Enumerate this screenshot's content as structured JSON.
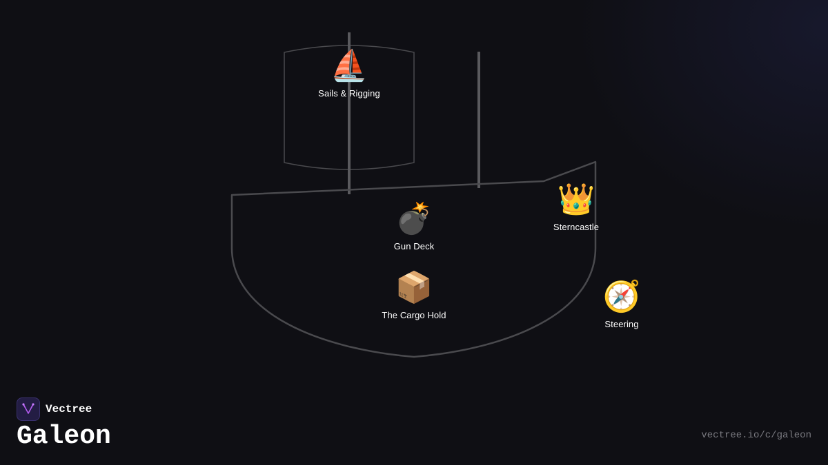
{
  "brand": {
    "name": "Vectree",
    "logo_icon": "vectree-logo-icon",
    "logo_bg": "#231d44",
    "logo_color": "#b45cf0"
  },
  "title": "Galeon",
  "url": "vectree.io/c/galeon",
  "colors": {
    "background": "#0f0f14",
    "outline": "#4a4a4e",
    "mast": "#5a5a5e",
    "label": "#ffffff",
    "url": "#7a7a80"
  },
  "sections": {
    "sails": {
      "label": "Sails & Rigging",
      "icon": "⛵",
      "icon_name": "sailboat-icon"
    },
    "gun_deck": {
      "label": "Gun Deck",
      "icon": "💣",
      "icon_name": "bomb-icon"
    },
    "cargo": {
      "label": "The Cargo Hold",
      "icon": "📦",
      "icon_name": "package-icon"
    },
    "sterncastle": {
      "label": "Sterncastle",
      "icon": "👑",
      "icon_name": "crown-icon"
    },
    "steering": {
      "label": "Steering",
      "icon": "🧭",
      "icon_name": "compass-icon"
    }
  }
}
